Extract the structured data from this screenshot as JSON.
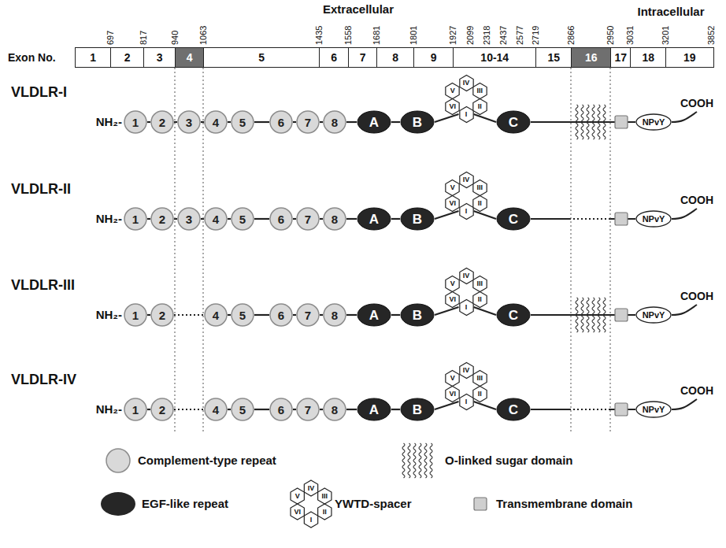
{
  "diagram": {
    "nodes": [
      {
        "text": [
          "1"
        ]
      },
      {
        "text": [
          "2"
        ]
      },
      {
        "text": [
          "3"
        ]
      },
      {
        "text": [
          "4"
        ]
      },
      {
        "text": [
          "5"
        ]
      },
      {
        "text": [
          "6"
        ]
      },
      {
        "text": [
          "7"
        ]
      },
      {
        "text": [
          "8"
        ]
      },
      {
        "text": [
          "9"
        ]
      },
      {
        "text": [
          "10-14"
        ]
      },
      {
        "text": [
          "15"
        ]
      },
      {
        "text": [
          "16"
        ]
      },
      {
        "text": [
          "17"
        ]
      },
      {
        "text": [
          "18"
        ]
      },
      {
        "text": [
          "19"
        ]
      },
      {
        "text": [
          "1"
        ]
      },
      {
        "text": [
          "2"
        ]
      },
      {
        "text": [
          "3"
        ]
      },
      {
        "text": [
          "4"
        ]
      },
      {
        "text": [
          "5"
        ]
      },
      {
        "text": [
          "6"
        ]
      },
      {
        "text": [
          "7"
        ]
      },
      {
        "text": [
          "8"
        ]
      },
      {
        "text": [
          "A"
        ]
      },
      {
        "text": [
          "B"
        ]
      },
      {
        "text": [
          "I"
        ]
      },
      {
        "text": [
          "II"
        ]
      },
      {
        "text": [
          "III"
        ]
      },
      {
        "text": [
          "IV"
        ]
      },
      {
        "text": [
          "V"
        ]
      },
      {
        "text": [
          "VI"
        ]
      },
      {
        "text": [
          "C"
        ]
      },
      {
        "text": [
          "NPvY"
        ]
      },
      {
        "text": [
          "1"
        ]
      },
      {
        "text": [
          "2"
        ]
      },
      {
        "text": [
          "3"
        ]
      },
      {
        "text": [
          "4"
        ]
      },
      {
        "text": [
          "5"
        ]
      },
      {
        "text": [
          "6"
        ]
      },
      {
        "text": [
          "7"
        ]
      },
      {
        "text": [
          "8"
        ]
      },
      {
        "text": [
          "A"
        ]
      },
      {
        "text": [
          "B"
        ]
      },
      {
        "text": [
          "I"
        ]
      },
      {
        "text": [
          "II"
        ]
      },
      {
        "text": [
          "III"
        ]
      },
      {
        "text": [
          "IV"
        ]
      },
      {
        "text": [
          "V"
        ]
      },
      {
        "text": [
          "VI"
        ]
      },
      {
        "text": [
          "C"
        ]
      },
      {
        "text": [
          "NPvY"
        ]
      },
      {
        "text": [
          "1"
        ]
      },
      {
        "text": [
          "2"
        ]
      },
      {
        "text": [
          "4"
        ]
      },
      {
        "text": [
          "5"
        ]
      },
      {
        "text": [
          "6"
        ]
      },
      {
        "text": [
          "7"
        ]
      },
      {
        "text": [
          "8"
        ]
      },
      {
        "text": [
          "A"
        ]
      },
      {
        "text": [
          "B"
        ]
      },
      {
        "text": [
          "I"
        ]
      },
      {
        "text": [
          "II"
        ]
      },
      {
        "text": [
          "III"
        ]
      },
      {
        "text": [
          "IV"
        ]
      },
      {
        "text": [
          "V"
        ]
      },
      {
        "text": [
          "VI"
        ]
      },
      {
        "text": [
          "C"
        ]
      },
      {
        "text": [
          "NPvY"
        ]
      },
      {
        "text": [
          "1"
        ]
      },
      {
        "text": [
          "2"
        ]
      },
      {
        "text": [
          "4"
        ]
      },
      {
        "text": [
          "5"
        ]
      },
      {
        "text": [
          "6"
        ]
      },
      {
        "text": [
          "7"
        ]
      },
      {
        "text": [
          "8"
        ]
      },
      {
        "text": [
          "A"
        ]
      },
      {
        "text": [
          "B"
        ]
      },
      {
        "text": [
          "I"
        ]
      },
      {
        "text": [
          "II"
        ]
      },
      {
        "text": [
          "III"
        ]
      },
      {
        "text": [
          "IV"
        ]
      },
      {
        "text": [
          "V"
        ]
      },
      {
        "text": [
          "VI"
        ]
      },
      {
        "text": [
          "C"
        ]
      },
      {
        "text": [
          "NPvY"
        ]
      }
    ],
    "edges": [
      {
        "from": 15,
        "to": 16,
        "arrow": "none"
      },
      {
        "from": 16,
        "to": 17,
        "arrow": "none"
      },
      {
        "from": 17,
        "to": 18,
        "arrow": "none"
      },
      {
        "from": 18,
        "to": 19,
        "arrow": "none"
      },
      {
        "from": 19,
        "to": 20,
        "arrow": "none"
      },
      {
        "from": 20,
        "to": 21,
        "arrow": "none"
      },
      {
        "from": 21,
        "to": 22,
        "arrow": "none"
      },
      {
        "from": 22,
        "to": 23,
        "arrow": "none"
      },
      {
        "from": 23,
        "to": 24,
        "arrow": "none"
      },
      {
        "from": 24,
        "to": 25,
        "arrow": "none"
      },
      {
        "from": 25,
        "to": 31,
        "arrow": "none"
      },
      {
        "from": 31,
        "to": 32,
        "arrow": "none"
      },
      {
        "from": 33,
        "to": 34,
        "arrow": "none"
      },
      {
        "from": 34,
        "to": 35,
        "arrow": "none"
      },
      {
        "from": 35,
        "to": 36,
        "arrow": "none"
      },
      {
        "from": 36,
        "to": 37,
        "arrow": "none"
      },
      {
        "from": 37,
        "to": 38,
        "arrow": "none"
      },
      {
        "from": 38,
        "to": 39,
        "arrow": "none"
      },
      {
        "from": 39,
        "to": 40,
        "arrow": "none"
      },
      {
        "from": 40,
        "to": 41,
        "arrow": "none"
      },
      {
        "from": 41,
        "to": 42,
        "arrow": "none"
      },
      {
        "from": 42,
        "to": 43,
        "arrow": "none"
      },
      {
        "from": 43,
        "to": 49,
        "arrow": "none"
      },
      {
        "from": 49,
        "to": 50,
        "arrow": "none"
      },
      {
        "from": 51,
        "to": 52,
        "arrow": "none"
      },
      {
        "from": 52,
        "to": 53,
        "arrow": "none"
      },
      {
        "from": 53,
        "to": 54,
        "arrow": "none"
      },
      {
        "from": 54,
        "to": 55,
        "arrow": "none"
      },
      {
        "from": 55,
        "to": 56,
        "arrow": "none"
      },
      {
        "from": 56,
        "to": 57,
        "arrow": "none"
      },
      {
        "from": 57,
        "to": 58,
        "arrow": "none"
      },
      {
        "from": 58,
        "to": 59,
        "arrow": "none"
      },
      {
        "from": 59,
        "to": 60,
        "arrow": "none"
      },
      {
        "from": 60,
        "to": 66,
        "arrow": "none"
      },
      {
        "from": 66,
        "to": 67,
        "arrow": "none"
      },
      {
        "from": 68,
        "to": 69,
        "arrow": "none"
      },
      {
        "from": 69,
        "to": 70,
        "arrow": "none"
      },
      {
        "from": 70,
        "to": 71,
        "arrow": "none"
      },
      {
        "from": 71,
        "to": 72,
        "arrow": "none"
      },
      {
        "from": 72,
        "to": 73,
        "arrow": "none"
      },
      {
        "from": 73,
        "to": 74,
        "arrow": "none"
      },
      {
        "from": 74,
        "to": 75,
        "arrow": "none"
      },
      {
        "from": 75,
        "to": 76,
        "arrow": "none"
      },
      {
        "from": 76,
        "to": 77,
        "arrow": "none"
      },
      {
        "from": 77,
        "to": 83,
        "arrow": "none"
      },
      {
        "from": 83,
        "to": 84,
        "arrow": "none"
      }
    ],
    "labels": [
      "Extracellular",
      "Intracellular",
      "697",
      "817",
      "940",
      "1063",
      "1435",
      "1558",
      "1681",
      "1801",
      "1927",
      "2099",
      "2318",
      "2437",
      "2577",
      "2719",
      "2866",
      "2950",
      "3031",
      "3201",
      "3852",
      "Exon No.",
      "VLDLR-I",
      "NH₂-",
      "COOH",
      "VLDLR-II",
      "NH₂-",
      "COOH",
      "VLDLR-III",
      "NH₂-",
      "COOH",
      "VLDLR-IV",
      "NH₂-",
      "COOH",
      "I",
      "II",
      "III",
      "IV",
      "V",
      "VI"
    ],
    "legend": [
      {
        "text": "Complement-type repeat"
      },
      {
        "text": "O-linked sugar domain"
      },
      {
        "text": "EGF-like repeat"
      },
      {
        "text": "YWTD-spacer"
      },
      {
        "text": "Transmembrane domain"
      }
    ]
  }
}
